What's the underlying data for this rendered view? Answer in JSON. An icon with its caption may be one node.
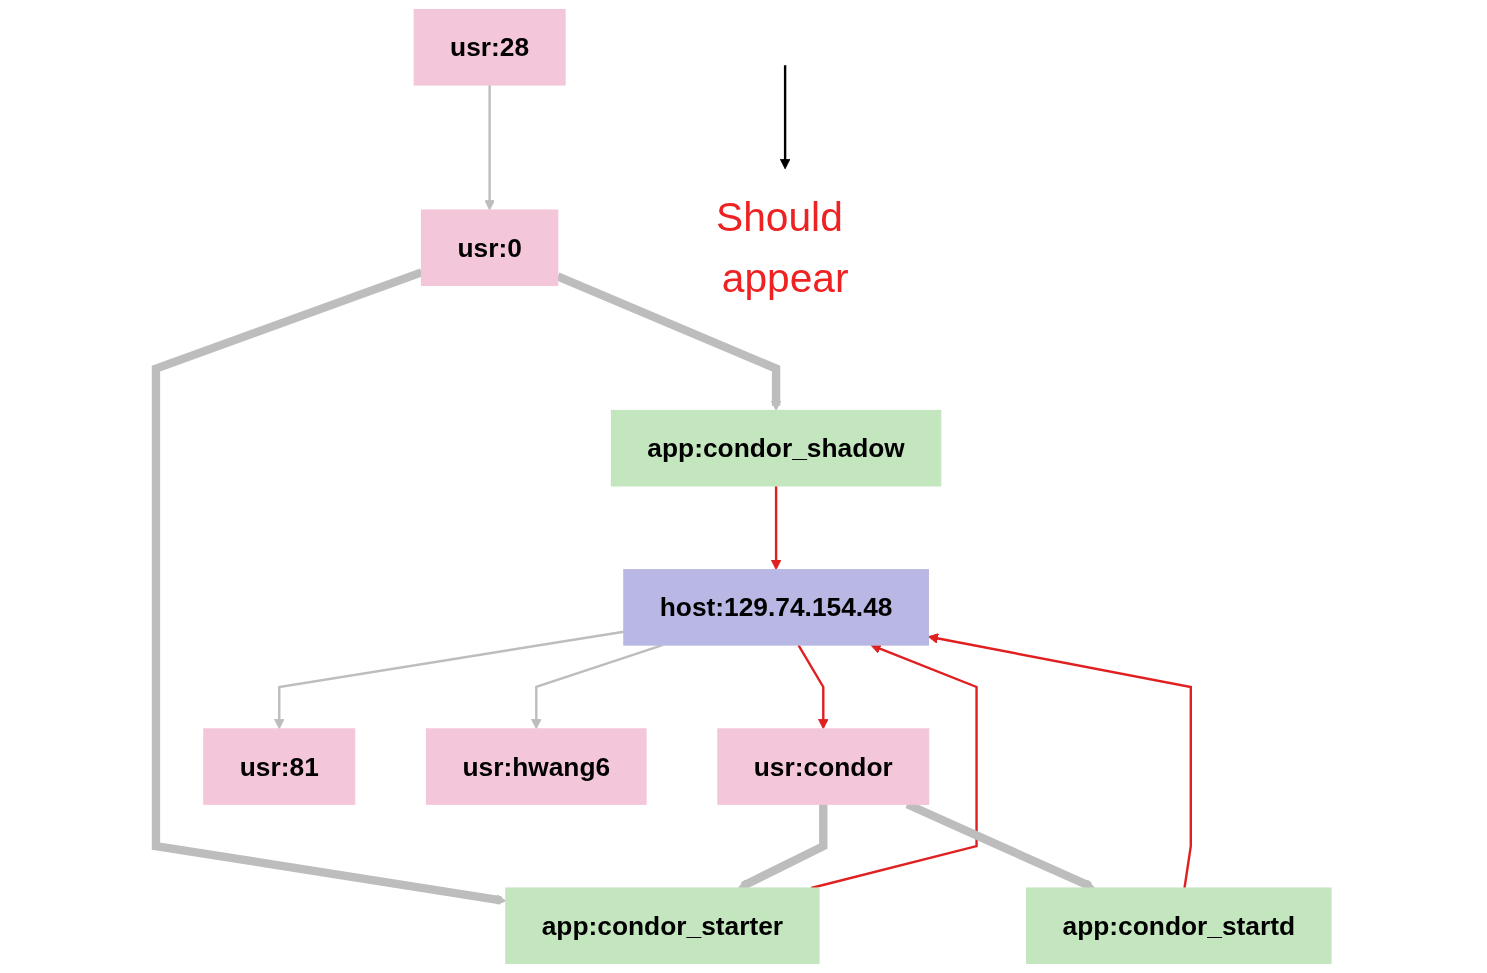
{
  "diagram": {
    "nodes": [
      {
        "text": [
          "usr:0"
        ]
      },
      {
        "text": [
          "app:condor_starter"
        ]
      },
      {
        "text": [
          "app:condor_shadow"
        ]
      },
      {
        "text": [
          "Should appear"
        ]
      },
      {
        "text": [
          "host:129.74.154.48"
        ]
      },
      {
        "text": [
          "usr:condor"
        ]
      },
      {
        "text": [
          "usr:81"
        ]
      },
      {
        "text": [
          "app:condor_startd"
        ]
      },
      {
        "text": [
          "usr:hwang6"
        ]
      },
      {
        "text": [
          "usr:28"
        ]
      }
    ],
    "edges": [
      {
        "from": 0,
        "to": 2,
        "arrow": "to",
        "style": "thick"
      },
      {
        "from": 0,
        "to": 1,
        "arrow": "to",
        "style": "thick"
      },
      {
        "from": 2,
        "to": 4,
        "arrow": "to",
        "color": "#e02020"
      },
      {
        "from": 1,
        "to": 4,
        "arrow": "to",
        "color": "#e02020"
      },
      {
        "from": 4,
        "to": 5,
        "arrow": "to",
        "color": "#e02020"
      },
      {
        "from": 5,
        "to": 1,
        "arrow": "to",
        "style": "thick"
      },
      {
        "from": 5,
        "to": 7,
        "arrow": "to",
        "style": "thick"
      },
      {
        "from": 7,
        "to": 4,
        "arrow": "to",
        "color": "#e02020"
      },
      {
        "from": 4,
        "to": 6,
        "arrow": "to"
      },
      {
        "from": 4,
        "to": 8,
        "arrow": "to"
      },
      {
        "from": 9,
        "to": 0,
        "arrow": "to"
      },
      {
        "from": null,
        "to": 3,
        "arrow": "to",
        "color": "#000000"
      }
    ]
  }
}
